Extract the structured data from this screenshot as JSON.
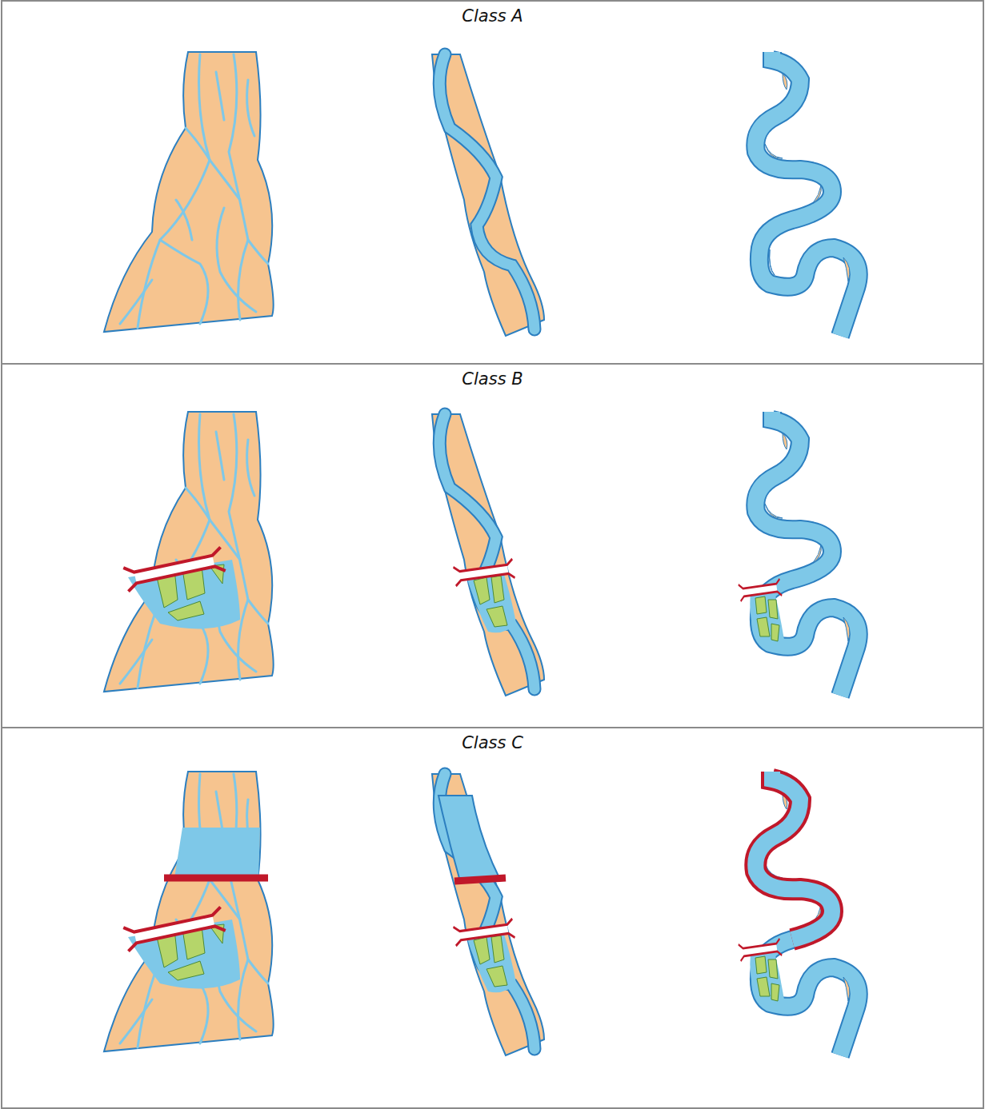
{
  "diagram": {
    "nodes": [
      {
        "text": [
          "Class A"
        ]
      },
      {
        "text": [
          "Class B"
        ]
      },
      {
        "text": [
          "Class C"
        ]
      }
    ]
  }
}
